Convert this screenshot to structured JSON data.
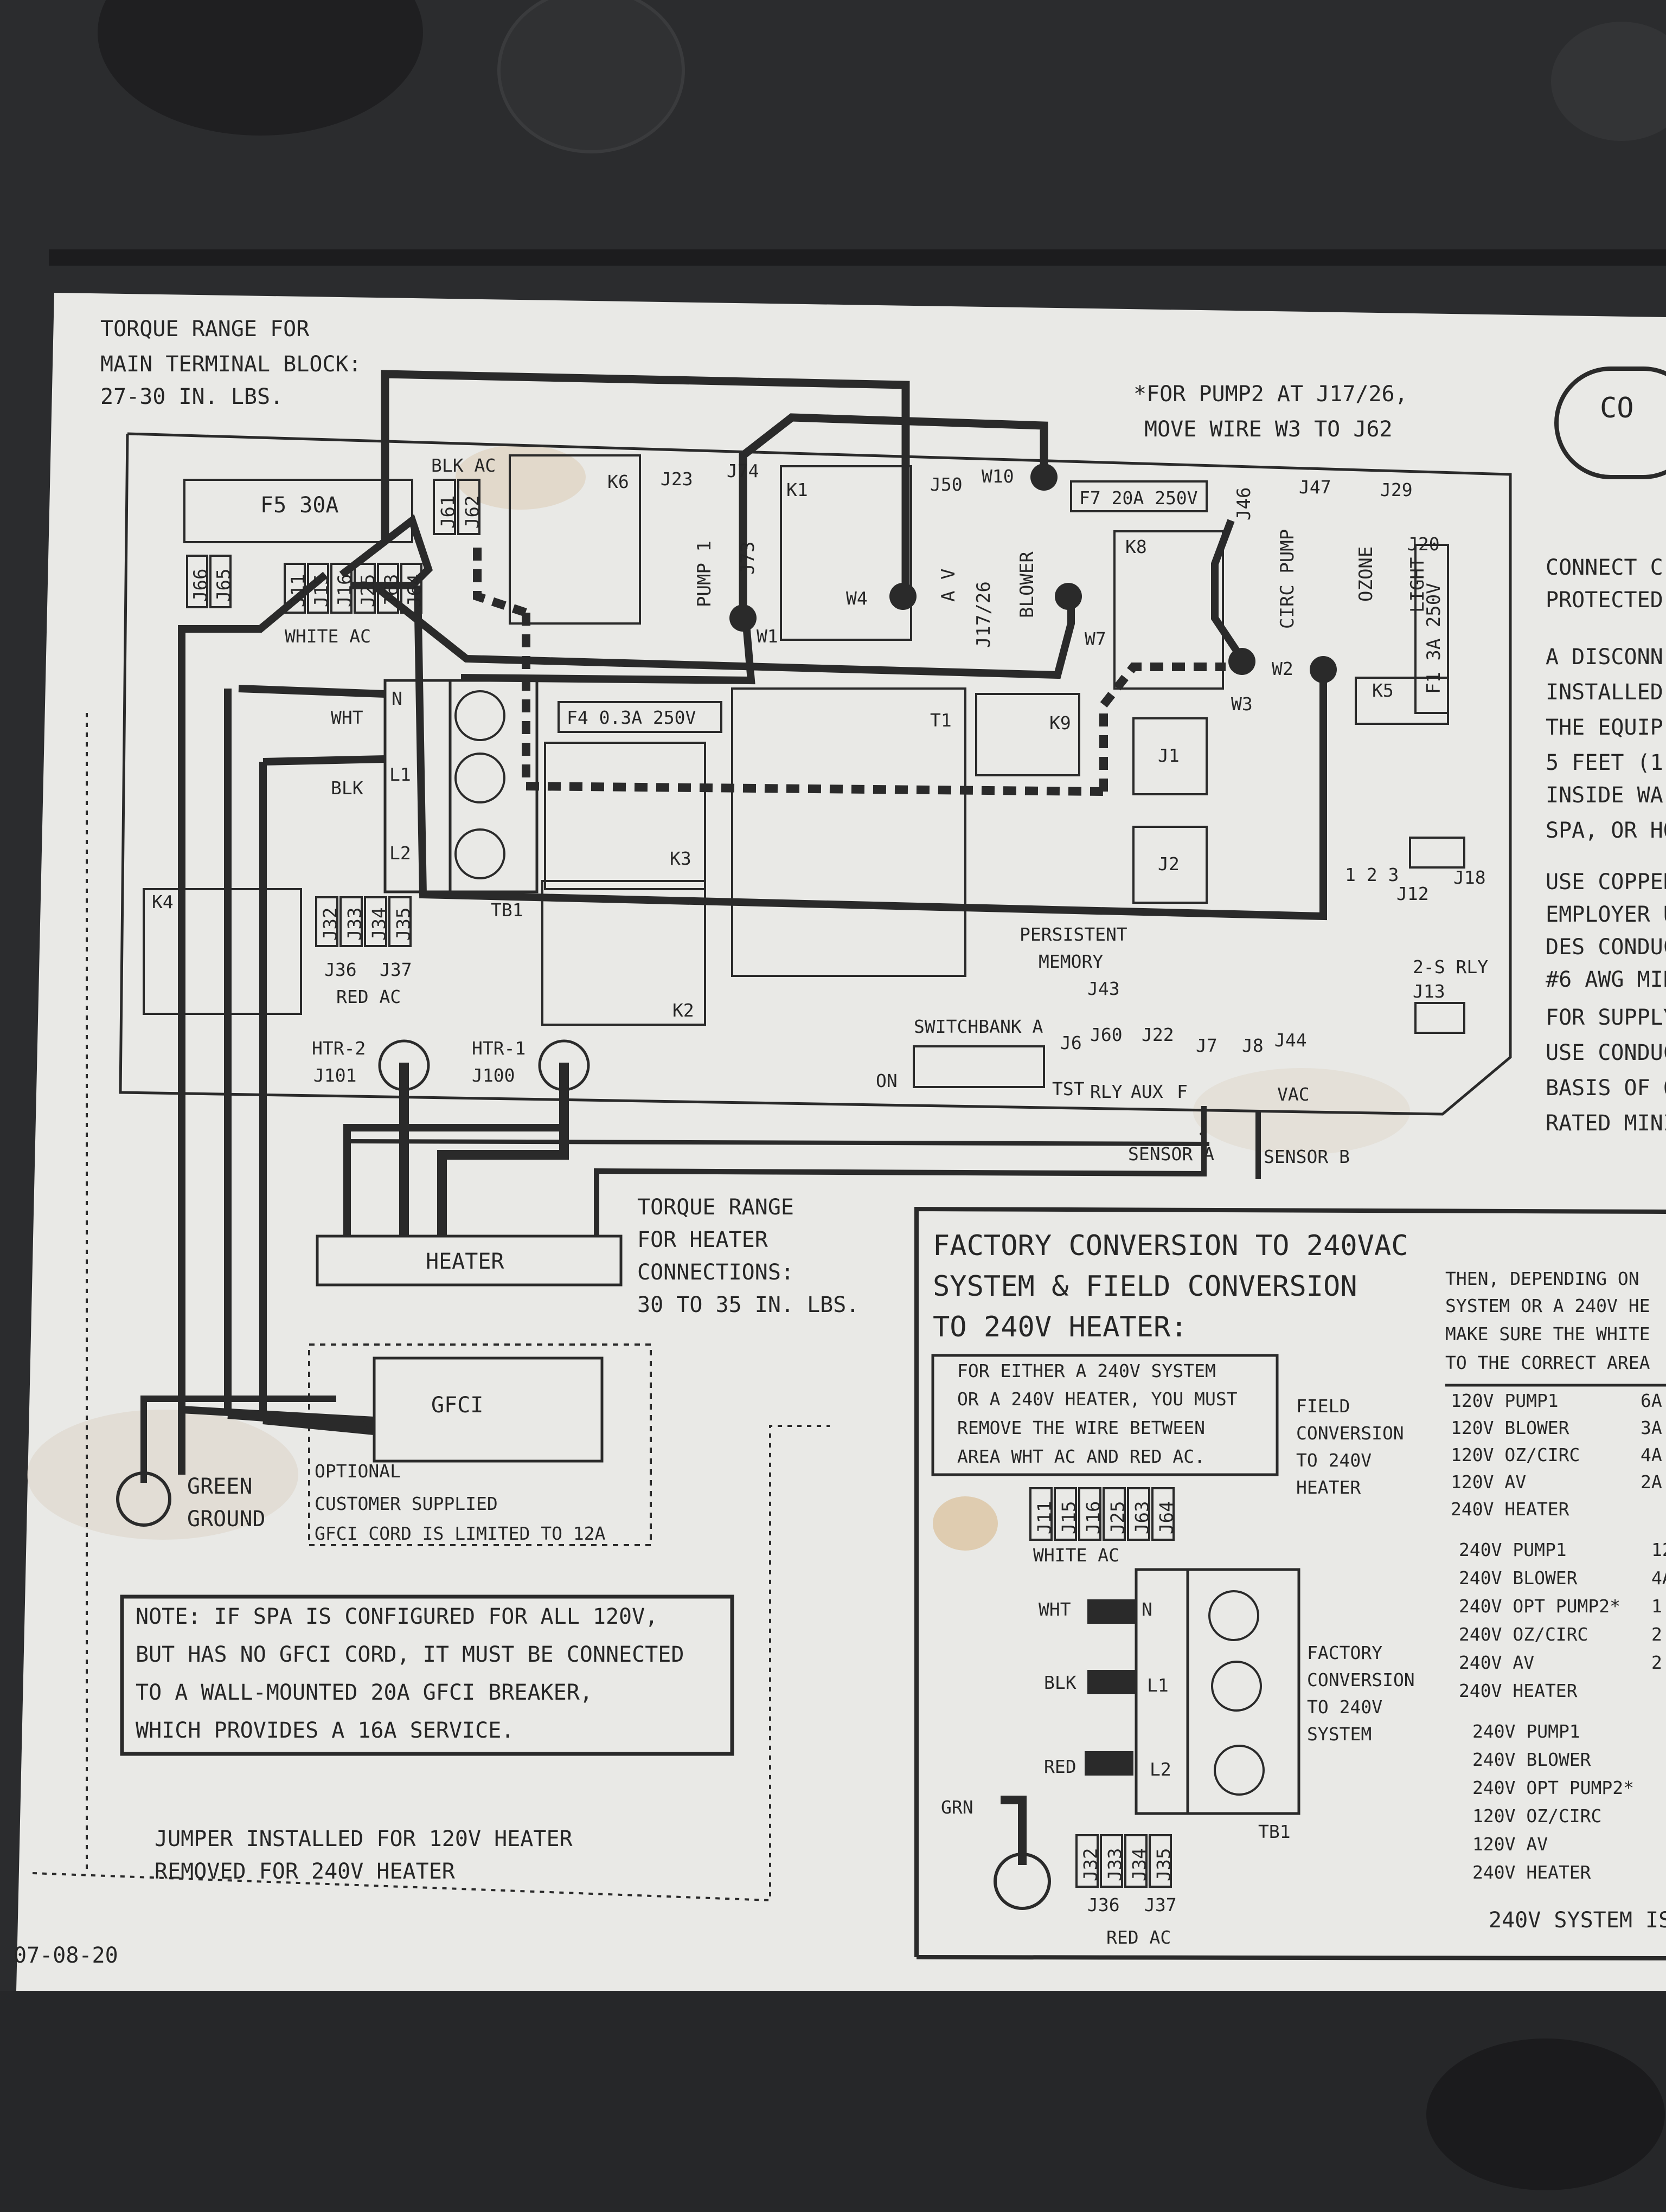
{
  "labels": {
    "torque_main": [
      "TORQUE RANGE FOR",
      "MAIN TERMINAL BLOCK:",
      "27-30 IN. LBS."
    ],
    "pump2_note": [
      "*FOR PUMP2 AT J17/26,",
      "MOVE WIRE W3 TO J62"
    ],
    "right_edge_top": "CO",
    "right_edge_text": [
      "CONNECT C",
      "PROTECTED",
      "A DISCONN",
      "INSTALLED",
      "THE EQUIP",
      "5 FEET (1",
      "INSIDE WA",
      "SPA, OR HO",
      "USE COPPER",
      "EMPLOYER U",
      "DES CONDUC",
      "#6 AWG MIN",
      "FOR SUPPLY",
      "USE CONDUC",
      "BASIS OF 6",
      "RATED MINI"
    ],
    "f5": "F5 30A",
    "blk_ac": "BLK AC",
    "white_ac": "WHITE AC",
    "k6": "K6",
    "k1": "K1",
    "k8": "K8",
    "k5": "K5",
    "k9": "K9",
    "k3": "K3",
    "k2": "K2",
    "k4": "K4",
    "t1": "T1",
    "tb1": "TB1",
    "j23": "J23",
    "j74": "J74",
    "j73": "J73",
    "j50": "J50",
    "w10": "W10",
    "f7": "F7 20A 250V",
    "j46": "J46",
    "j47": "J47",
    "j29": "J29",
    "j20": "J20",
    "f1": "F1 3A 250V",
    "pump1": "PUMP 1",
    "av": "A V",
    "j17_26": "J17/26",
    "blower": "BLOWER",
    "circ_pump": "CIRC PUMP",
    "ozone": "OZONE",
    "light": "LIGHT",
    "w1": "W1",
    "w2": "W2",
    "w3": "W3",
    "w4": "W4",
    "w7": "W7",
    "wht": "WHT",
    "blk": "BLK",
    "n": "N",
    "l1": "L1",
    "l2": "L2",
    "f4": "F4 0.3A  250V",
    "j1": "J1",
    "j2": "J2",
    "j18": "J18",
    "j12": "J12",
    "j12_pins": "1 2 3",
    "persistent_memory": [
      "PERSISTENT",
      "MEMORY"
    ],
    "j43": "J43",
    "rly_2s": "2-S RLY",
    "j13": "J13",
    "switchbank": "SWITCHBANK A",
    "on": "ON",
    "j6": "J6",
    "j60": "J60",
    "j22": "J22",
    "j7": "J7",
    "j8": "J8",
    "j44": "J44",
    "tst": "TST",
    "rly": "RLY",
    "aux": "AUX",
    "f": "F",
    "vac": "VAC",
    "sensor_a": "SENSOR A",
    "sensor_b": "SENSOR B",
    "red_ac": "RED AC",
    "j36": "J36",
    "j37": "J37",
    "htr2": "HTR-2",
    "htr1": "HTR-1",
    "j101": "J101",
    "j100": "J100",
    "heater": "HEATER",
    "torque_heater": [
      "TORQUE RANGE",
      "FOR HEATER",
      "CONNECTIONS:",
      "30 TO 35 IN. LBS."
    ],
    "gfci": "GFCI",
    "gfci_optional": [
      "OPTIONAL",
      "CUSTOMER SUPPLIED",
      "GFCI CORD IS LIMITED TO 12A"
    ],
    "green_ground": [
      "GREEN",
      "GROUND"
    ],
    "note": [
      "NOTE: IF SPA IS CONFIGURED FOR ALL 120V,",
      "BUT HAS NO GFCI CORD, IT MUST BE CONNECTED",
      "TO A WALL-MOUNTED 20A GFCI BREAKER,",
      "WHICH PROVIDES A 16A SERVICE."
    ],
    "jumper_note": [
      "JUMPER INSTALLED FOR 120V HEATER",
      "REMOVED FOR 240V HEATER"
    ],
    "date": "07-08-20"
  },
  "connector_rows": {
    "white_ac": [
      "J11",
      "J15",
      "J16",
      "J25",
      "J63",
      "J64"
    ],
    "red_ac": [
      "J32",
      "J33",
      "J34",
      "J35"
    ],
    "blk_ac": [
      "J61",
      "J62"
    ],
    "left": [
      "J66",
      "J65"
    ]
  },
  "conversion": {
    "title": [
      "FACTORY CONVERSION TO 240VAC",
      "SYSTEM & FIELD CONVERSION",
      "TO 240V HEATER:"
    ],
    "box_text": [
      "FOR EITHER A 240V SYSTEM",
      "OR A 240V HEATER, YOU MUST",
      "REMOVE THE WIRE BETWEEN",
      "AREA WHT AC AND RED AC."
    ],
    "field_conversion": [
      "FIELD",
      "CONVERSION",
      "TO 240V",
      "HEATER"
    ],
    "factory_conversion": [
      "FACTORY",
      "CONVERSION",
      "TO 240V",
      "SYSTEM"
    ],
    "then_text": [
      "THEN, DEPENDING ON",
      "SYSTEM OR A 240V HE",
      "MAKE SURE THE WHITE",
      "TO THE CORRECT AREA"
    ],
    "white_ac": "WHITE AC",
    "wht": "WHT",
    "blk": "BLK",
    "red": "RED",
    "grn": "GRN",
    "n": "N",
    "l1": "L1",
    "l2": "L2",
    "tb1": "TB1",
    "red_ac": "RED AC",
    "j36": "J36",
    "j37": "J37",
    "table1": [
      [
        "120V PUMP1",
        "6A"
      ],
      [
        "120V BLOWER",
        "3A"
      ],
      [
        "120V OZ/CIRC",
        "4A"
      ],
      [
        "120V AV",
        "2A"
      ],
      [
        "240V HEATER",
        ""
      ]
    ],
    "table2": [
      [
        "240V PUMP1",
        "12"
      ],
      [
        "240V BLOWER",
        "4A"
      ],
      [
        "240V OPT PUMP2*",
        "1"
      ],
      [
        "240V OZ/CIRC",
        "2"
      ],
      [
        "240V AV",
        "2"
      ],
      [
        "240V HEATER",
        ""
      ]
    ],
    "table3": [
      "240V PUMP1",
      "240V BLOWER",
      "240V OPT PUMP2*",
      "120V OZ/CIRC",
      "120V AV",
      "240V HEATER"
    ],
    "footer": "240V SYSTEM IS"
  }
}
